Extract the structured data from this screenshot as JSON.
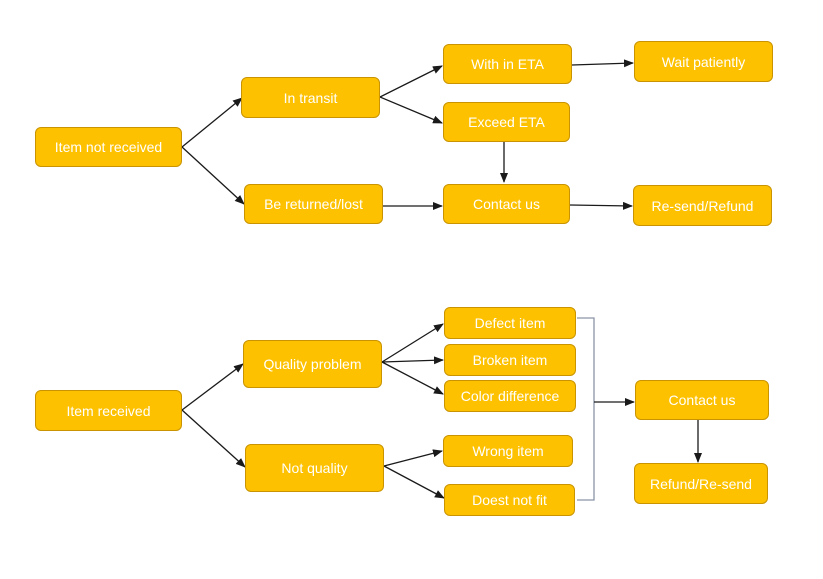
{
  "colors": {
    "node_fill": "#fdc100",
    "node_border": "#c99400",
    "node_text": "#ffffff",
    "connector": "#1a1a1a",
    "bracket": "#8a94a6"
  },
  "diagram1": {
    "item_not_received": "Item not received",
    "in_transit": "In transit",
    "be_returned_lost": "Be returned/lost",
    "within_eta": "With in ETA",
    "exceed_eta": "Exceed ETA",
    "wait_patiently": "Wait patiently",
    "contact_us": "Contact us",
    "resend_refund": "Re-send/Refund"
  },
  "diagram2": {
    "item_received": "Item received",
    "quality_problem": "Quality problem",
    "not_quality": "Not quality",
    "defect_item": "Defect item",
    "broken_item": "Broken item",
    "color_difference": "Color difference",
    "wrong_item": "Wrong item",
    "doest_not_fit": "Doest not fit",
    "contact_us": "Contact us",
    "refund_resend": "Refund/Re-send"
  }
}
